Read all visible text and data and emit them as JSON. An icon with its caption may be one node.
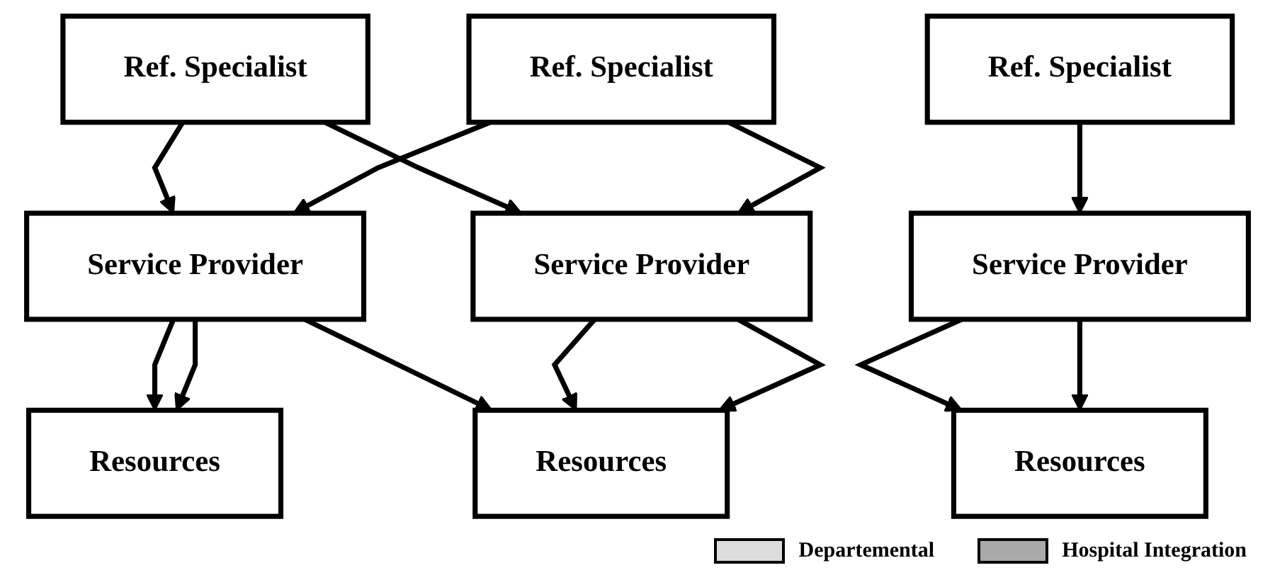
{
  "diagram": {
    "nodes": [
      {
        "text": [
          "Ref. Specialist"
        ]
      },
      {
        "text": [
          "Ref. Specialist"
        ]
      },
      {
        "text": [
          "Ref. Specialist"
        ]
      },
      {
        "text": [
          "Service Provider"
        ]
      },
      {
        "text": [
          "Service Provider"
        ]
      },
      {
        "text": [
          "Service Provider"
        ]
      },
      {
        "text": [
          "Resources"
        ]
      },
      {
        "text": [
          "Resources"
        ]
      },
      {
        "text": [
          "Resources"
        ]
      }
    ],
    "edges": [
      {
        "from": 0,
        "to": 3,
        "arrow": "to"
      },
      {
        "from": 0,
        "to": 4,
        "arrow": "to"
      },
      {
        "from": 1,
        "to": 3,
        "arrow": "to"
      },
      {
        "from": 1,
        "to": 4,
        "arrow": "to"
      },
      {
        "from": 2,
        "to": 5,
        "arrow": "to"
      },
      {
        "from": 3,
        "to": 6,
        "arrow": "to"
      },
      {
        "from": 3,
        "to": 6,
        "arrow": "to"
      },
      {
        "from": 3,
        "to": 7,
        "arrow": "to"
      },
      {
        "from": 4,
        "to": 7,
        "arrow": "to"
      },
      {
        "from": 4,
        "to": 7,
        "arrow": "to"
      },
      {
        "from": 5,
        "to": 8,
        "arrow": "to"
      },
      {
        "from": 5,
        "to": 8,
        "arrow": "to"
      }
    ],
    "legend": [
      {
        "text": "Departemental",
        "color": "#dcdcdc"
      },
      {
        "text": "Hospital Integration",
        "color": "#a9a9a9"
      }
    ]
  }
}
